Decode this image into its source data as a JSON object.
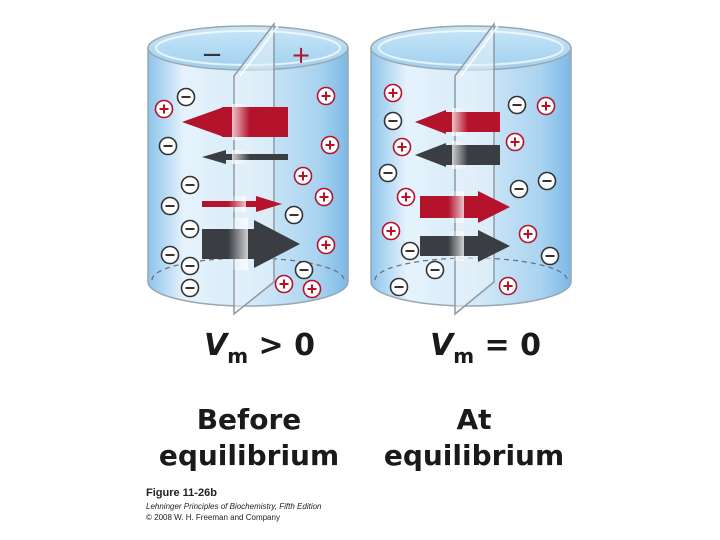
{
  "left_panel": {
    "signs": {
      "left_side": "−",
      "right_side": "+"
    },
    "potential": {
      "symbol": "V",
      "subscript": "m",
      "relation": "> 0"
    },
    "state": {
      "line1": "Before",
      "line2": "equilibrium"
    }
  },
  "right_panel": {
    "potential": {
      "symbol": "V",
      "subscript": "m",
      "relation": "= 0"
    },
    "state": {
      "line1": "At",
      "line2": "equilibrium"
    }
  },
  "caption": {
    "figure": "Figure 11-26b",
    "book": "Lehninger Principles of Biochemistry, Fifth Edition",
    "copyright": "© 2008 W. H. Freeman and Company"
  },
  "colors": {
    "cation_arrow": "#b5122b",
    "anion_arrow": "#3a3d42",
    "cation_ion": "#b5122b",
    "anion_ion": "#333333",
    "solution": "#9fd0ee"
  }
}
